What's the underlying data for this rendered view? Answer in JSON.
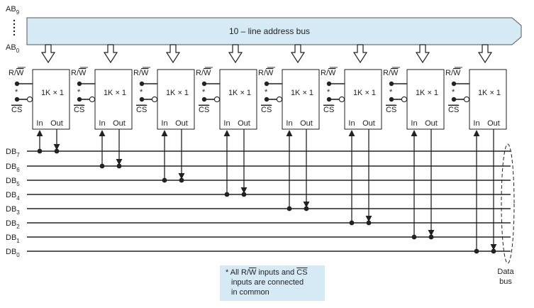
{
  "address_bus": {
    "label": "10 – line address bus",
    "top_line": "AB",
    "top_line_sub": "9",
    "bottom_line": "AB",
    "bottom_line_sub": "0",
    "fill_color": "#d6eaf6"
  },
  "chip": {
    "label": "1K × 1",
    "rw_label": "R/",
    "rw_bar": "W",
    "star": "*",
    "cs_label": "CS",
    "in_label": "In",
    "out_label": "Out",
    "count": 8
  },
  "data_lines": [
    {
      "name": "DB",
      "sub": "7"
    },
    {
      "name": "DB",
      "sub": "6"
    },
    {
      "name": "DB",
      "sub": "5"
    },
    {
      "name": "DB",
      "sub": "4"
    },
    {
      "name": "DB",
      "sub": "3"
    },
    {
      "name": "DB",
      "sub": "2"
    },
    {
      "name": "DB",
      "sub": "1"
    },
    {
      "name": "DB",
      "sub": "0"
    }
  ],
  "note": {
    "star": "*",
    "line1_a": "All R/",
    "line1_bar": "W",
    "line1_b": " inputs and ",
    "line1_cs": "CS",
    "line2": "inputs are connected",
    "line3": "in common",
    "fill_color": "#d6eaf6"
  },
  "data_bus_label": {
    "line1": "Data",
    "line2": "bus"
  }
}
